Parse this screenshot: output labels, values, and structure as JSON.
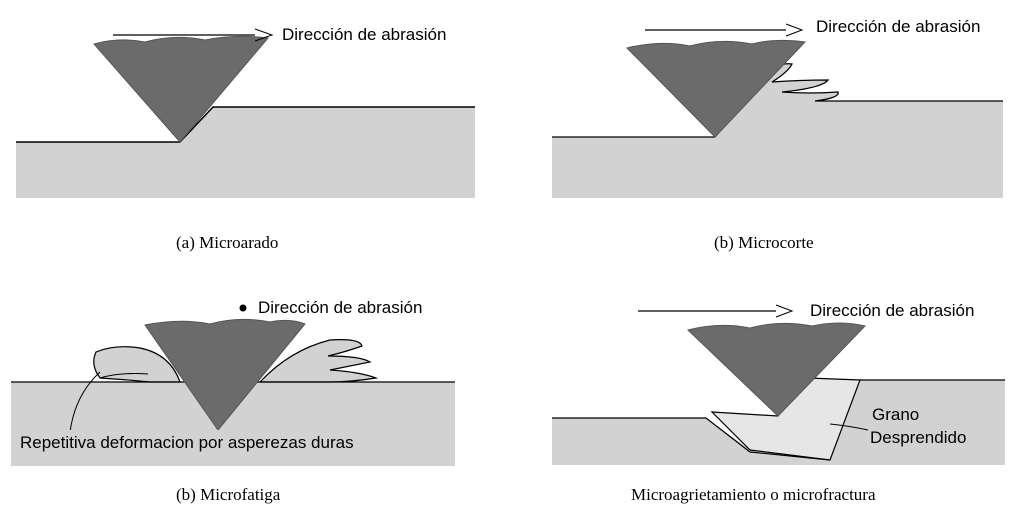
{
  "colors": {
    "abrasive": "#6b6b6b",
    "material": "#d2d2d2",
    "grain": "#e6e6e6",
    "line": "#000000"
  },
  "panels": [
    {
      "id": "microarado",
      "direction_label": "Dirección de abrasión",
      "caption": "(a) Microarado"
    },
    {
      "id": "microcorte",
      "direction_label": "Dirección de abrasión",
      "caption": "(b) Microcorte"
    },
    {
      "id": "microfatiga",
      "direction_label": "Dirección de abrasión",
      "caption": "(b) Microfatiga",
      "annotation": "Repetitiva deformacion por asperezas duras"
    },
    {
      "id": "microfractura",
      "direction_label": "Dirección de abrasión",
      "caption": "Microagrietamiento o microfractura",
      "annotation_line1": "Grano",
      "annotation_line2": "Desprendido"
    }
  ]
}
